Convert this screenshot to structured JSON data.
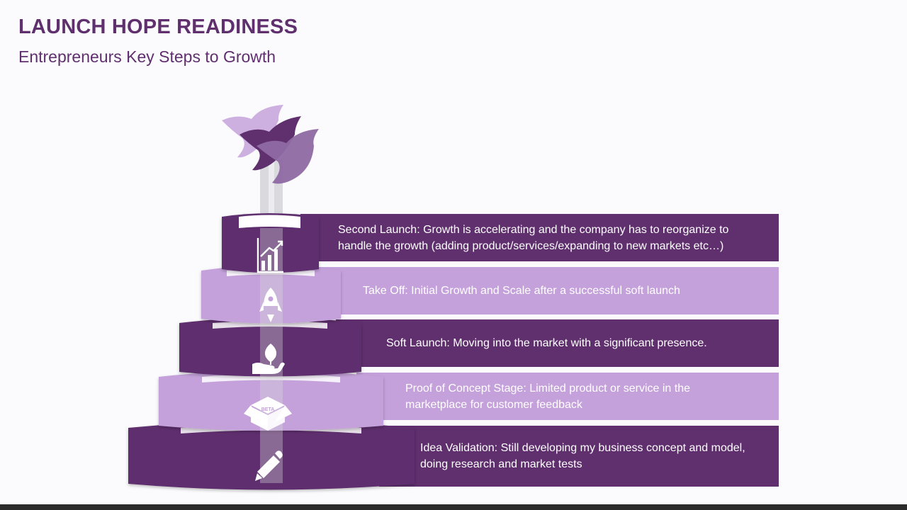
{
  "header": {
    "title": "LAUNCH HOPE READINESS",
    "subtitle": "Entrepreneurs Key Steps to Growth"
  },
  "colors": {
    "dark": "#5f2f6e",
    "light": "#c4a1da",
    "pole": "#d9d9de"
  },
  "steps": [
    {
      "text": "Second Launch: Growth is accelerating and the company has to reorganize to handle the growth (adding product/services/expanding to new markets etc…)",
      "icon": "growth-chart-icon",
      "tone": "dark"
    },
    {
      "text": "Take Off: Initial Growth and Scale after a successful soft launch",
      "icon": "rocket-icon",
      "tone": "light"
    },
    {
      "text": "Soft Launch: Moving into the market with a significant presence.",
      "icon": "plant-in-hand-icon",
      "tone": "dark"
    },
    {
      "text": "Proof of Concept Stage: Limited product or service in the marketplace for customer feedback",
      "icon": "beta-box-icon",
      "tone": "light"
    },
    {
      "text": "Idea Validation: Still developing my business concept and model, doing research and market tests",
      "icon": "pencil-icon",
      "tone": "dark"
    }
  ],
  "icons": {
    "beta_label": "BETA",
    "birds": "doves-icon"
  }
}
